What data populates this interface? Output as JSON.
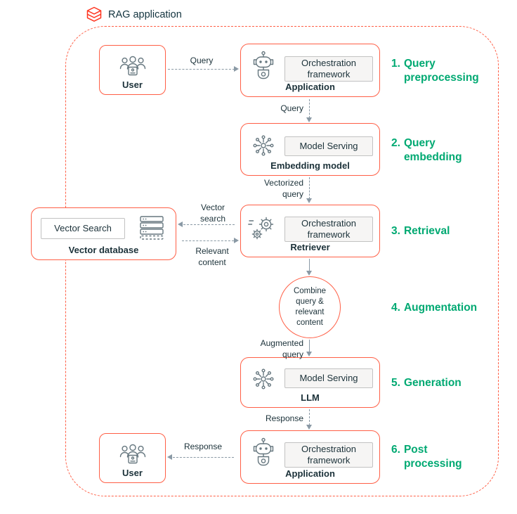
{
  "header": {
    "title": "RAG application"
  },
  "colors": {
    "box_border_red": "#FF5F46",
    "logo_red": "#FF3621",
    "step_green": "#00A972",
    "text_navy": "#1B3139",
    "arrow_gray": "#8A99A5",
    "chip_gray": "#F6F5F4"
  },
  "icons": {
    "logo": "databricks-layers-logo",
    "user": "people-group-icon",
    "application": "robot-icon",
    "model": "ai-sparkle-network-icon",
    "retriever": "gears-icon",
    "vector_db": "server-stack-icon"
  },
  "nodes": {
    "user_top": {
      "label": "User"
    },
    "app_top": {
      "label": "Application",
      "chip": "Orchestration framework"
    },
    "embedding": {
      "label": "Embedding model",
      "chip": "Model Serving"
    },
    "retriever": {
      "label": "Retriever",
      "chip": "Orchestration framework"
    },
    "vector_db": {
      "label": "Vector database",
      "chip": "Vector Search"
    },
    "combine": {
      "label": "Combine query & relevant content"
    },
    "llm": {
      "label": "LLM",
      "chip": "Model Serving"
    },
    "app_bottom": {
      "label": "Application",
      "chip": "Orchestration framework"
    },
    "user_bottom": {
      "label": "User"
    }
  },
  "edges": {
    "user_to_app": "Query",
    "app_to_embedding": "Query",
    "embedding_to_retriever": "Vectorized query",
    "retriever_to_vectordb": "Vector search",
    "vectordb_to_retriever": "Relevant content",
    "combine_to_llm": "Augmented query",
    "llm_to_app": "Response",
    "app_to_user": "Response"
  },
  "steps": [
    {
      "num": "1.",
      "label": "Query preprocessing"
    },
    {
      "num": "2.",
      "label": "Query embedding"
    },
    {
      "num": "3.",
      "label": "Retrieval"
    },
    {
      "num": "4.",
      "label": "Augmentation"
    },
    {
      "num": "5.",
      "label": "Generation"
    },
    {
      "num": "6.",
      "label": "Post processing"
    }
  ]
}
